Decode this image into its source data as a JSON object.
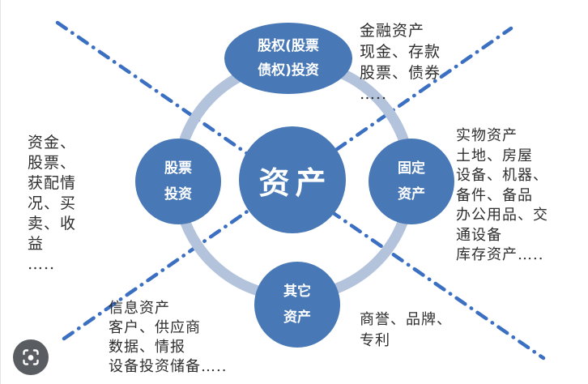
{
  "diagram": {
    "title_concept": "资产",
    "colors": {
      "node_fill": "#4879b6",
      "node_text": "#ffffff",
      "ring": "#b3c3dc",
      "dash_line": "#3b6fc2",
      "annotation_text": "#2e2e2e",
      "lens_background": "#595d62"
    },
    "center_node": {
      "label": "资产"
    },
    "satellite_nodes": [
      {
        "id": "equity-investment",
        "lines": [
          "股权(股票",
          "债权)投资"
        ]
      },
      {
        "id": "stock-investment",
        "lines": [
          "股票",
          "投资"
        ]
      },
      {
        "id": "fixed-assets",
        "lines": [
          "固定",
          "资产"
        ]
      },
      {
        "id": "other-assets",
        "lines": [
          "其它",
          "资产"
        ]
      }
    ],
    "annotations": [
      {
        "id": "financial-assets",
        "lines": [
          "金融资产",
          "现金、存款",
          "股票、债券",
          "….."
        ]
      },
      {
        "id": "physical-assets",
        "lines": [
          "实物资产",
          "土地、房屋",
          "设备、机器、",
          "备件、备品",
          "办公用品、交",
          "通设备",
          "库存资产….."
        ]
      },
      {
        "id": "stock-details",
        "lines": [
          "资金、",
          "股票、",
          "获配情",
          "况、买",
          "卖、收",
          "益",
          "….."
        ]
      },
      {
        "id": "information-assets",
        "lines": [
          "信息资产",
          "客户、供应商",
          "数据、情报",
          "设备投资储备….."
        ]
      },
      {
        "id": "intangible-assets",
        "lines": [
          "商誉、品牌、",
          "专利"
        ]
      }
    ],
    "icons": {
      "lens": "google-lens-camera-icon"
    }
  }
}
